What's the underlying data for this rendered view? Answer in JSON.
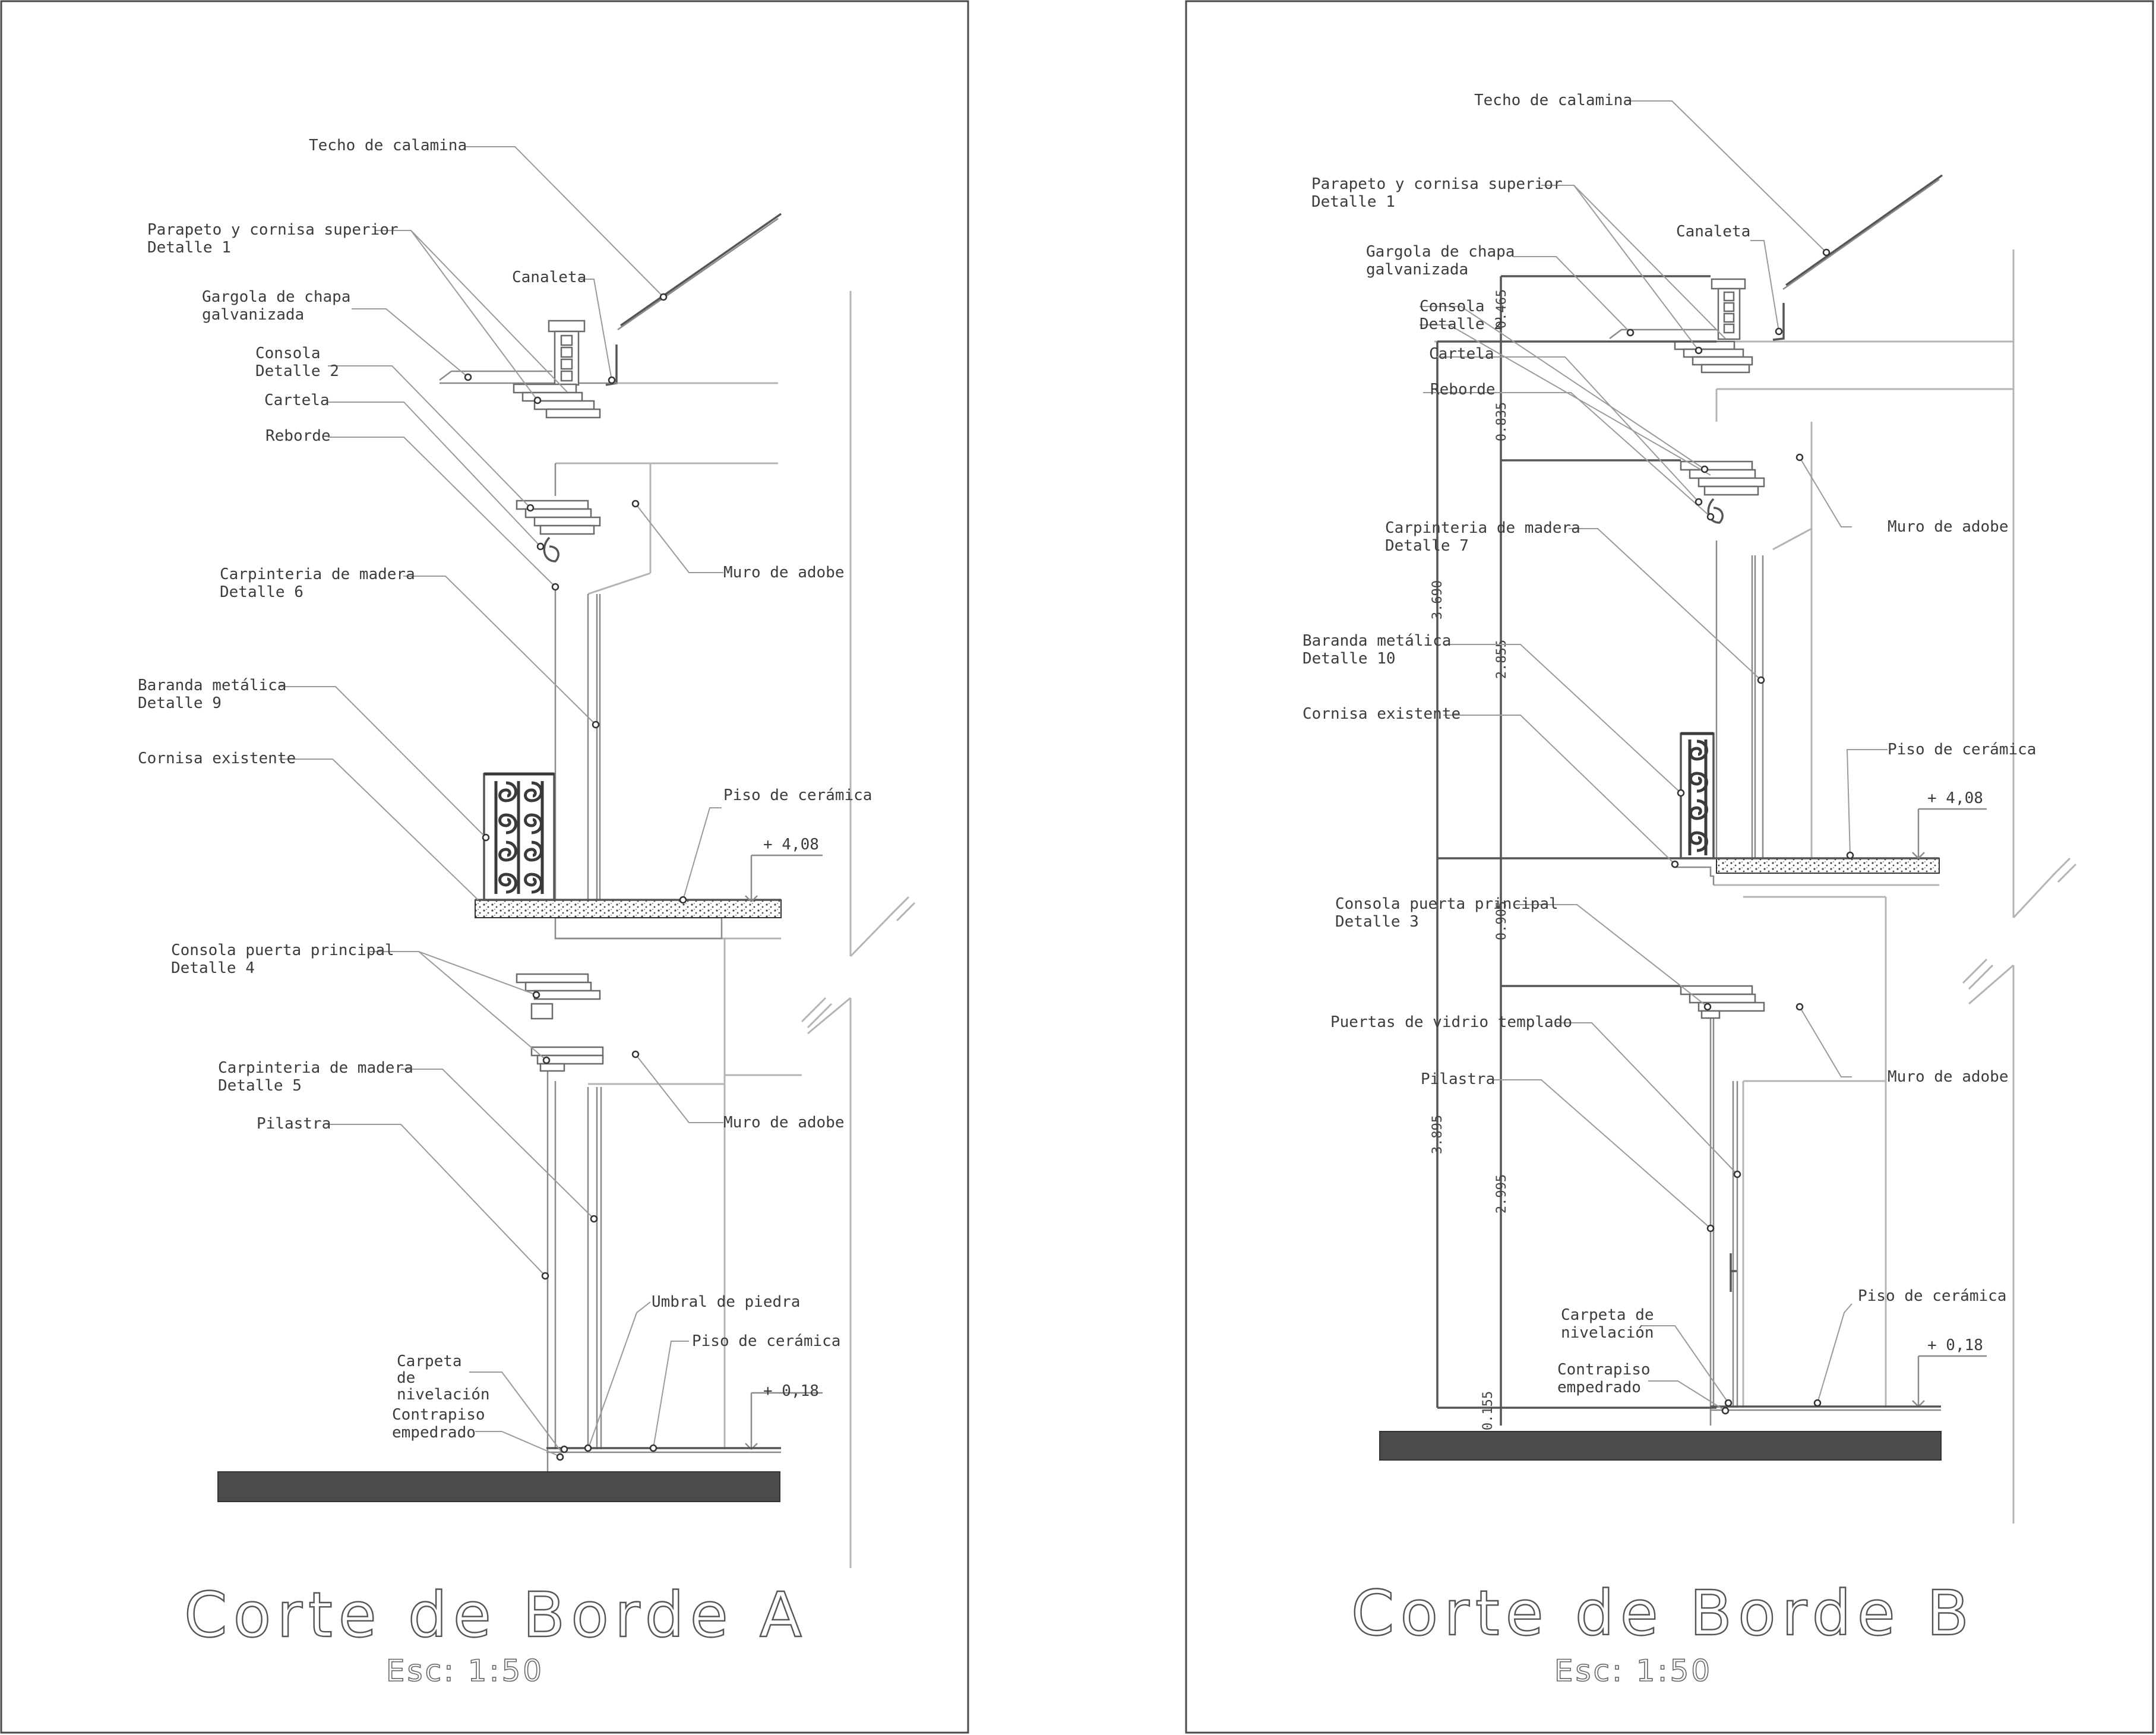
{
  "panels": [
    {
      "title": "Corte de Borde A",
      "scale": "Esc:  1:50",
      "labels": {
        "techo": "Techo de calamina",
        "parapeto_1": "Parapeto y cornisa superior",
        "parapeto_2": "Detalle 1",
        "canaleta": "Canaleta",
        "gargola_1": "Gargola de chapa",
        "gargola_2": "galvanizada",
        "consola_1": "Consola",
        "consola_2": "Detalle 2",
        "cartela": "Cartela",
        "reborde": "Reborde",
        "muro_sup": "Muro de adobe",
        "carp_sup_1": "Carpinteria de madera",
        "carp_sup_2": "Detalle 6",
        "baranda_1": "Baranda metálica",
        "baranda_2": "Detalle 9",
        "cornisa": "Cornisa existente",
        "piso_sup": "Piso de cerámica",
        "nivel_sup": "+ 4,08",
        "consola_pp_1": "Consola puerta principal",
        "consola_pp_2": "Detalle 4",
        "muro_inf": "Muro de adobe",
        "carp_inf_1": "Carpinteria de madera",
        "carp_inf_2": "Detalle 5",
        "pilastra": "Pilastra",
        "umbral": "Umbral de piedra",
        "piso_inf": "Piso de cerámica",
        "carpeta_1": "Carpeta",
        "carpeta_2": "de",
        "carpeta_3": "nivelación",
        "contrapiso_1": "Contrapiso",
        "contrapiso_2": "empedrado",
        "nivel_inf": "+ 0,18"
      }
    },
    {
      "title": "Corte de Borde B",
      "scale": "Esc:  1:50",
      "labels": {
        "techo": "Techo de calamina",
        "parapeto_1": "Parapeto y cornisa superior",
        "parapeto_2": "Detalle 1",
        "canaleta": "Canaleta",
        "gargola_1": "Gargola de chapa",
        "gargola_2": "galvanizada",
        "consola_1": "Consola",
        "consola_2": "Detalle 2",
        "cartela": "Cartela",
        "reborde": "Reborde",
        "muro_sup": "Muro de adobe",
        "carp_sup_1": "Carpinteria de madera",
        "carp_sup_2": "Detalle 7",
        "baranda_1": "Baranda metálica",
        "baranda_2": "Detalle 10",
        "cornisa": "Cornisa existente",
        "piso_sup": "Piso de cerámica",
        "nivel_sup": "+ 4,08",
        "consola_pp_1": "Consola puerta principal",
        "consola_pp_2": "Detalle 3",
        "puertas": "Puertas de vidrio templado",
        "muro_inf": "Muro de adobe",
        "pilastra": "Pilastra",
        "piso_inf": "Piso de cerámica",
        "carpeta_1": "Carpeta de",
        "carpeta_2": "nivelación",
        "contrapiso_1": "Contrapiso",
        "contrapiso_2": "empedrado",
        "nivel_inf": "+ 0,18"
      },
      "dimensions": {
        "d_0465": "0.465",
        "d_0835": "0.835",
        "d_3690": "3.690",
        "d_2855": "2.855",
        "d_0905": "0.905",
        "d_3895": "3.895",
        "d_2995": "2.995",
        "d_0155": "0.155"
      }
    }
  ]
}
